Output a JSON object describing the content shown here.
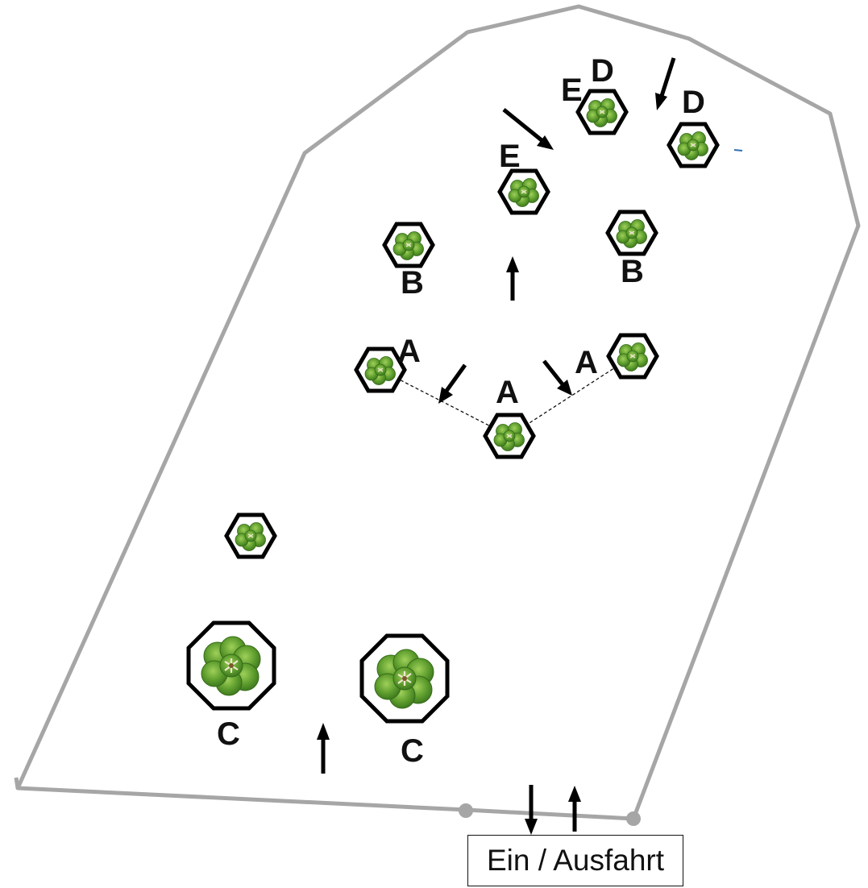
{
  "diagram": {
    "labels": {
      "a": "A",
      "b": "B",
      "c": "C",
      "d": "D",
      "e": "E"
    },
    "entrance_label": "Ein / Ausfahrt",
    "colors": {
      "boundary": "#a6a6a6",
      "marker_outline": "#000000",
      "tree_dark": "#3f7a1f",
      "tree_mid": "#5f9e2e",
      "tree_light": "#8cc24a",
      "arrow": "#000000",
      "text": "#111111"
    }
  }
}
